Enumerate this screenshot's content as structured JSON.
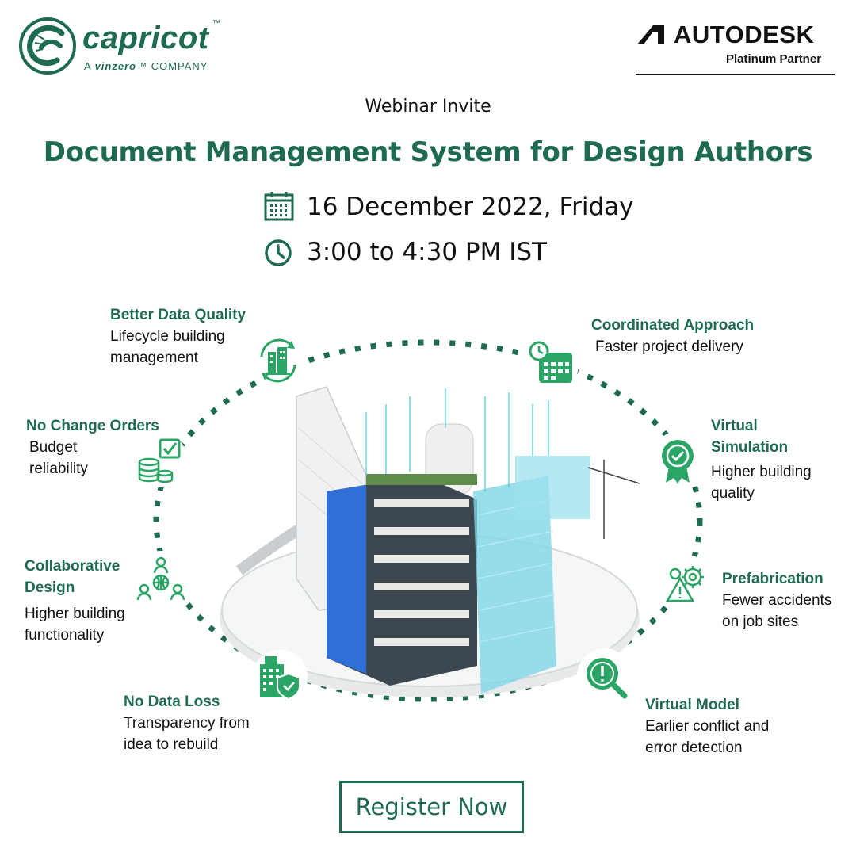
{
  "header": {
    "brand_name": "capricot",
    "brand_tm": "™",
    "brand_sub_prefix": "A ",
    "brand_sub_vz": "vinzero",
    "brand_sub_suffix": "™ COMPANY",
    "partner_name": "AUTODESK",
    "partner_level": "Platinum Partner"
  },
  "event": {
    "invite": "Webinar Invite",
    "title": "Document Management System for Design Authors",
    "date": "16 December 2022, Friday",
    "time": "3:00 to 4:30 PM IST"
  },
  "features": [
    {
      "title": "Better Data Quality",
      "desc": [
        "Lifecycle building",
        "management"
      ],
      "icon": "building-refresh-icon"
    },
    {
      "title": "Coordinated Approach",
      "desc": [
        "Faster project delivery"
      ],
      "icon": "calendar-clock-icon"
    },
    {
      "title": "No Change Orders",
      "desc": [
        "Budget",
        "reliability"
      ],
      "icon": "coins-check-icon"
    },
    {
      "title": "Virtual",
      "title2": "Simulation",
      "desc": [
        "Higher building",
        "quality"
      ],
      "icon": "award-badge-icon"
    },
    {
      "title": "Collaborative",
      "title2": "Design",
      "desc": [
        "Higher building",
        "functionality"
      ],
      "icon": "team-globe-icon"
    },
    {
      "title": "Prefabrication",
      "desc": [
        "Fewer accidents",
        "on job sites"
      ],
      "icon": "warning-gear-icon"
    },
    {
      "title": "No Data Loss",
      "desc": [
        "Transparency from",
        "idea to rebuild"
      ],
      "icon": "building-shield-icon"
    },
    {
      "title": "Virtual Model",
      "desc": [
        "Earlier conflict and",
        "error detection"
      ],
      "icon": "search-alert-icon"
    }
  ],
  "cta": {
    "label": "Register Now"
  },
  "colors": {
    "brand_green": "#1f6b52",
    "icon_green": "#2aa566",
    "ink": "#111111"
  }
}
